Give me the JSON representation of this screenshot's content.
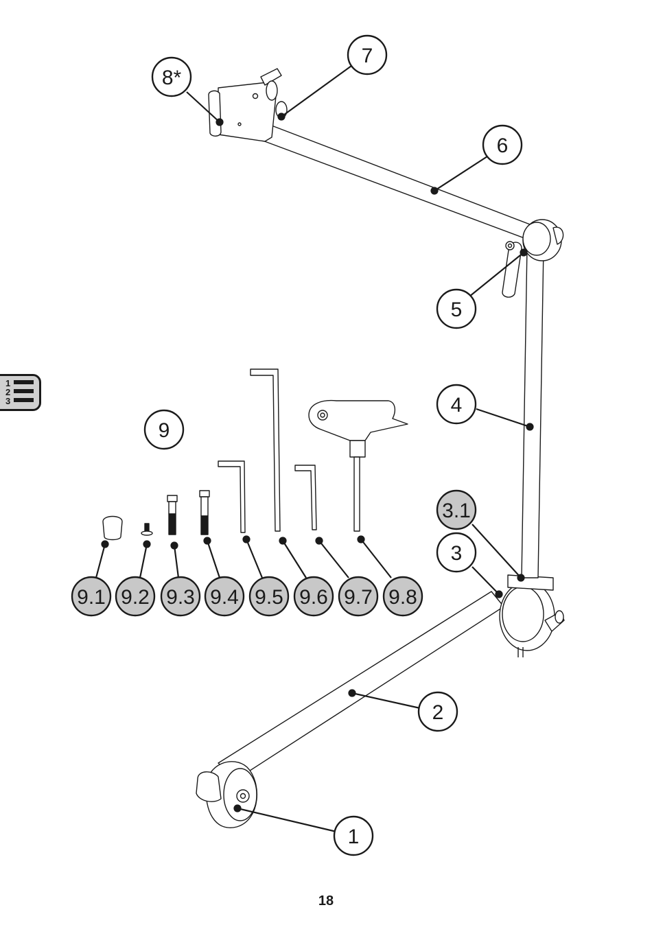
{
  "page": {
    "number": "18"
  },
  "toc_tab": {
    "icon": "numbered-list-icon"
  },
  "colors": {
    "line": "#1a1a1a",
    "label_fill_white": "#ffffff",
    "label_fill_grey": "#c8c8c8"
  },
  "callouts": [
    {
      "id": "1",
      "text": "1",
      "style": "white"
    },
    {
      "id": "2",
      "text": "2",
      "style": "white"
    },
    {
      "id": "3",
      "text": "3",
      "style": "white"
    },
    {
      "id": "3.1",
      "text": "3.1",
      "style": "grey"
    },
    {
      "id": "4",
      "text": "4",
      "style": "white"
    },
    {
      "id": "5",
      "text": "5",
      "style": "white"
    },
    {
      "id": "6",
      "text": "6",
      "style": "white"
    },
    {
      "id": "7",
      "text": "7",
      "style": "white"
    },
    {
      "id": "8",
      "text": "8*",
      "style": "white"
    },
    {
      "id": "9",
      "text": "9",
      "style": "white"
    },
    {
      "id": "9.1",
      "text": "9.1",
      "style": "grey"
    },
    {
      "id": "9.2",
      "text": "9.2",
      "style": "grey"
    },
    {
      "id": "9.3",
      "text": "9.3",
      "style": "grey"
    },
    {
      "id": "9.4",
      "text": "9.4",
      "style": "grey"
    },
    {
      "id": "9.5",
      "text": "9.5",
      "style": "grey"
    },
    {
      "id": "9.6",
      "text": "9.6",
      "style": "grey"
    },
    {
      "id": "9.7",
      "text": "9.7",
      "style": "grey"
    },
    {
      "id": "9.8",
      "text": "9.8",
      "style": "grey"
    }
  ]
}
